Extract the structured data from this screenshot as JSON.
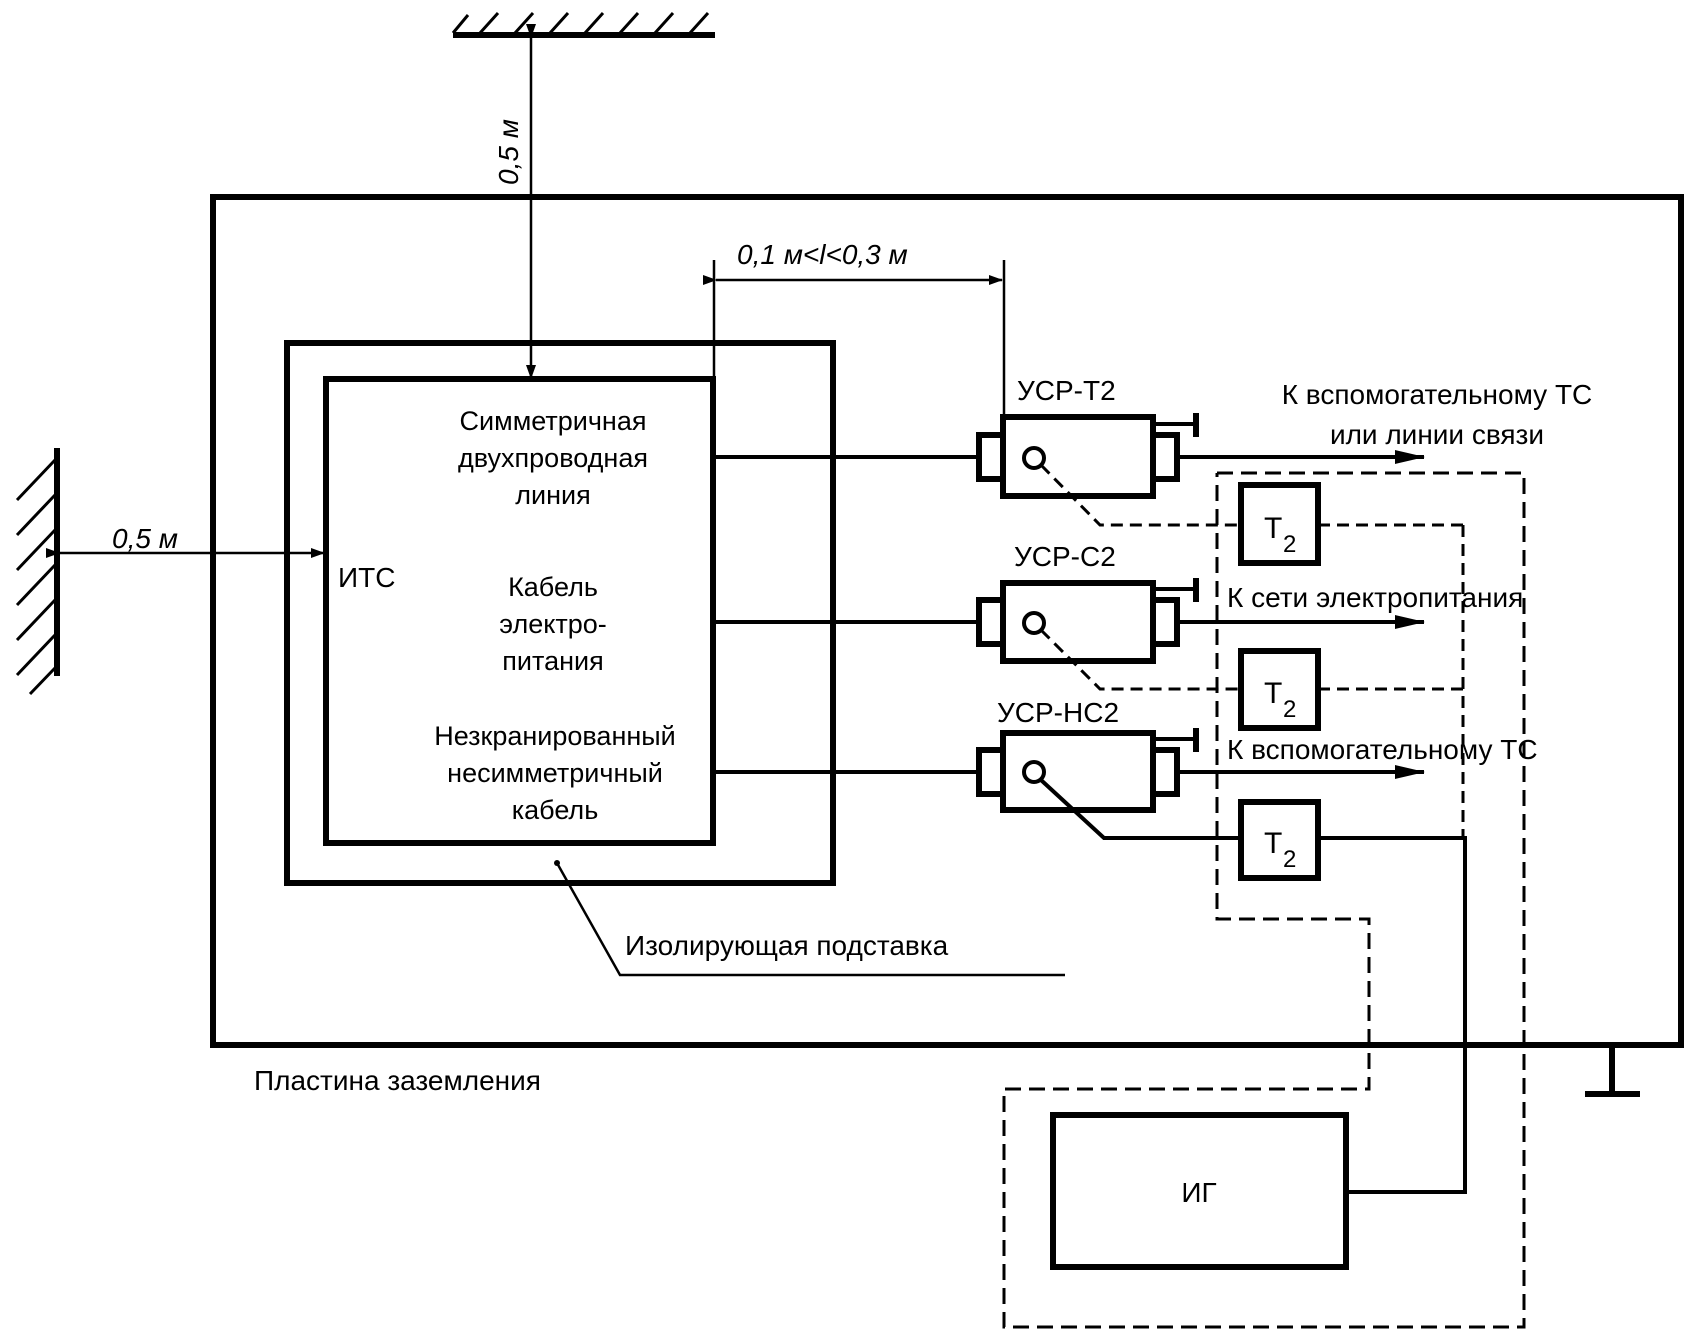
{
  "diagram": {
    "title": "Схема испытательной установки с ИТС, УСР и ИГ",
    "labels": {
      "dim_top": "0,5 м",
      "dim_left": "0,5 м",
      "dim_gap": "0,1 м<l<0,3 м",
      "its": "ИТС",
      "cable1": [
        "Симметричная",
        "двухпроводная",
        "линия"
      ],
      "cable2": [
        "Кабель",
        "электро-",
        "питания"
      ],
      "cable3": [
        "Незкранированный",
        "несимметричный",
        "кабель"
      ],
      "usr1": "УСР-Т2",
      "usr2": "УСР-С2",
      "usr3": "УСР-НС2",
      "dest1": [
        "К вспомогательному ТС",
        "или линии связи"
      ],
      "dest2": "К сети электропитания",
      "dest3": "К вспомогательному ТС",
      "t2": "T",
      "t2_sub": "2",
      "ig": "ИГ",
      "stand": "Изолирующая подставка",
      "plate": "Пластина заземления"
    }
  }
}
